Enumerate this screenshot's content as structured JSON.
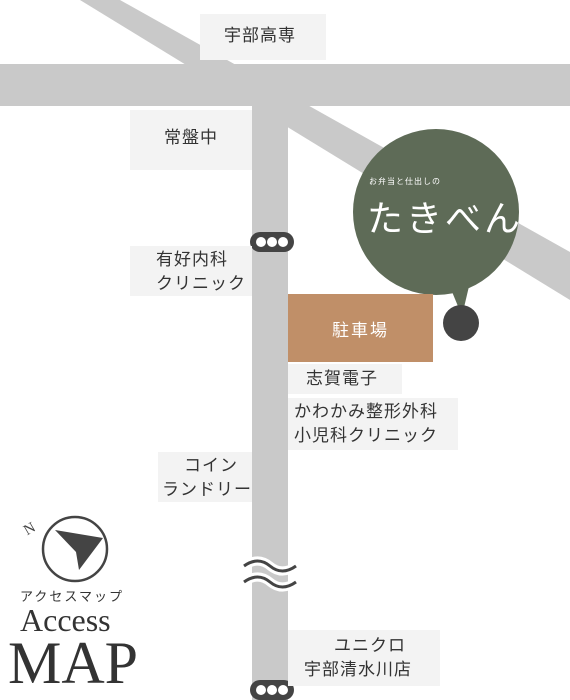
{
  "colors": {
    "road": "#c9c9c9",
    "parking": "#c08f68",
    "brand_circle": "#5e6b57",
    "label_bg": "#f3f3f3",
    "text": "#333333",
    "pin": "#444444"
  },
  "labels": {
    "ube_kosen": "宇部高専",
    "tokiwa_chu": "常盤中",
    "clinic_line1": "有好内科",
    "clinic_line2": "クリニック",
    "parking": "駐車場",
    "shiga": "志賀電子",
    "kawakami_line1": "かわかみ整形外科",
    "kawakami_line2": "小児科クリニック",
    "coin_line1": "コイン",
    "coin_line2": "ランドリー",
    "uniqlo_line1": "ユニクロ",
    "uniqlo_line2": "宇部清水川店"
  },
  "brand": {
    "tagline": "お弁当と仕出しの",
    "name": "たきべん"
  },
  "legend": {
    "kana": "アクセスマップ",
    "access": "Access",
    "map": "MAP",
    "north_label": "N"
  },
  "icons": [
    "traffic-light-icon",
    "traffic-light-icon",
    "road-break-icon",
    "location-pin-icon",
    "north-arrow-icon"
  ]
}
